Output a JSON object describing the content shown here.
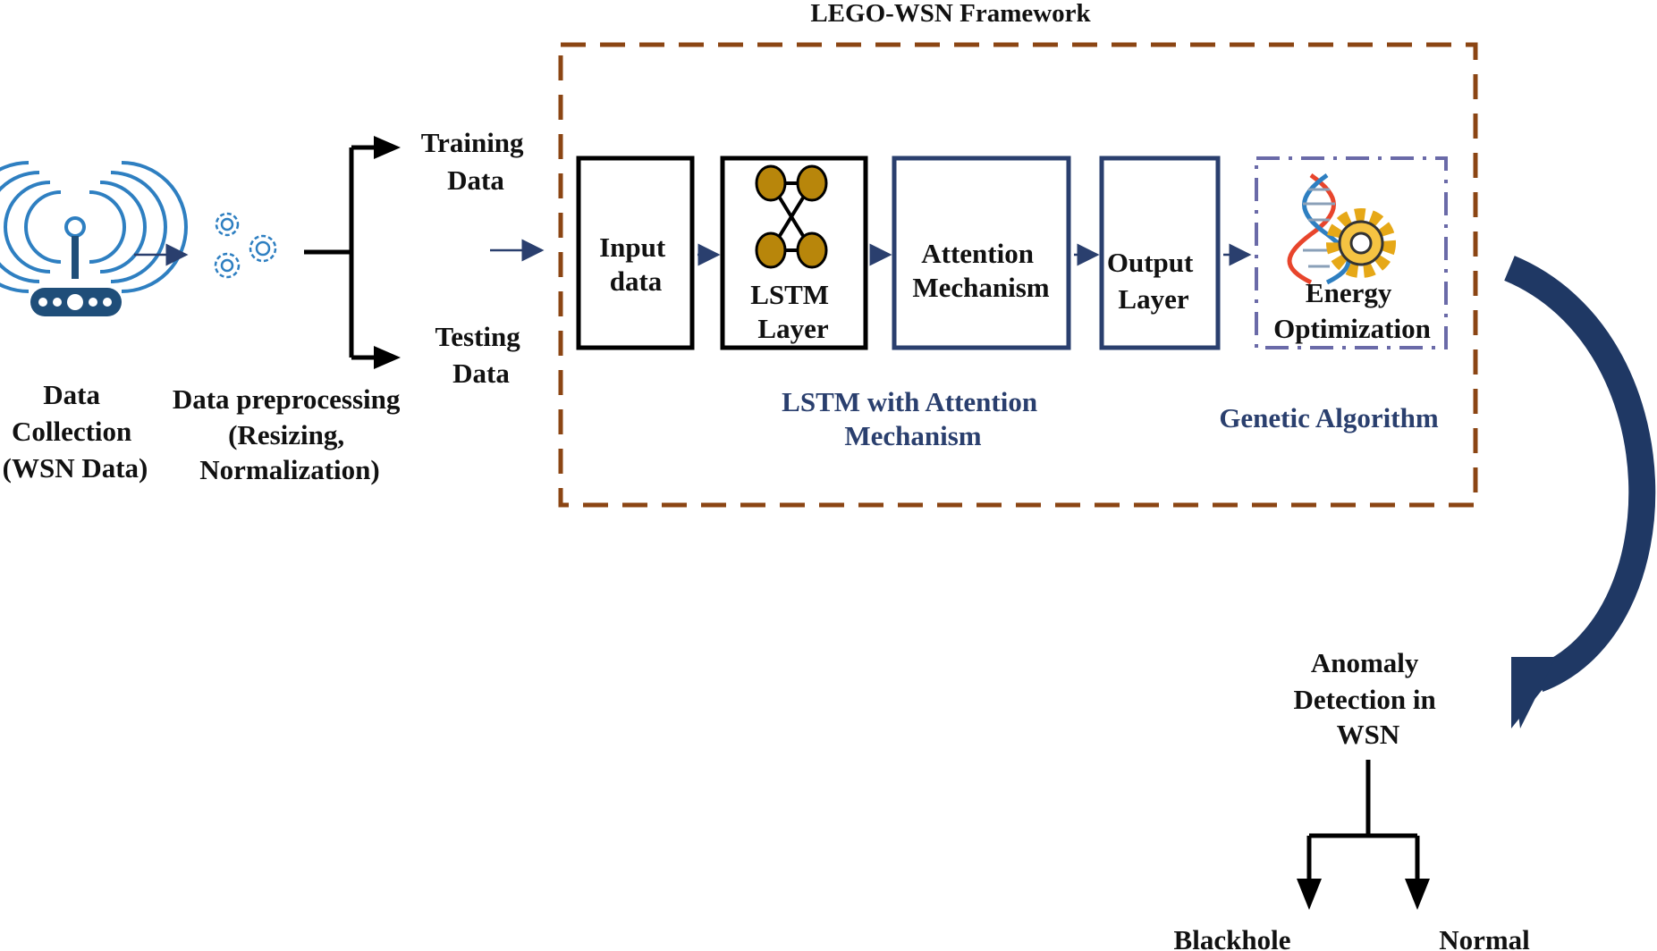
{
  "framework": {
    "title": "LEGO-WSN Framework",
    "frame_color": "#8b4513"
  },
  "pipeline": {
    "data_collection": [
      "Data",
      "Collection",
      "(WSN Data)"
    ],
    "data_preprocessing": [
      "Data preprocessing",
      "(Resizing,",
      "Normalization)"
    ],
    "training_data": [
      "Training",
      "Data"
    ],
    "testing_data": [
      "Testing",
      "Data"
    ]
  },
  "blocks": {
    "input": [
      "Input",
      "data"
    ],
    "lstm": [
      "LSTM",
      "Layer"
    ],
    "attention": [
      "Attention",
      "Mechanism"
    ],
    "output": [
      "Output",
      "Layer"
    ],
    "energy": [
      "Energy",
      "Optimization"
    ]
  },
  "group_labels": {
    "lstm_attention": [
      "LSTM with Attention",
      "Mechanism"
    ],
    "genetic": [
      "Genetic Algorithm"
    ]
  },
  "result": {
    "anomaly": [
      "Anomaly",
      "Detection in",
      "WSN"
    ],
    "class_blackhole": "Blackhole",
    "class_normal": "Normal"
  },
  "icons": {
    "router": "wireless-router-icon",
    "gears": "gears-icon",
    "lstm": "neural-network-icon",
    "dna_gear": "dna-gear-icon"
  },
  "colors": {
    "dark_blue": "#2a3f6e",
    "navy_arrow": "#1f3864",
    "icon_blue": "#2e7fc1",
    "lstm_node": "#b8860b",
    "genetic_border": "#6a6aa8"
  }
}
